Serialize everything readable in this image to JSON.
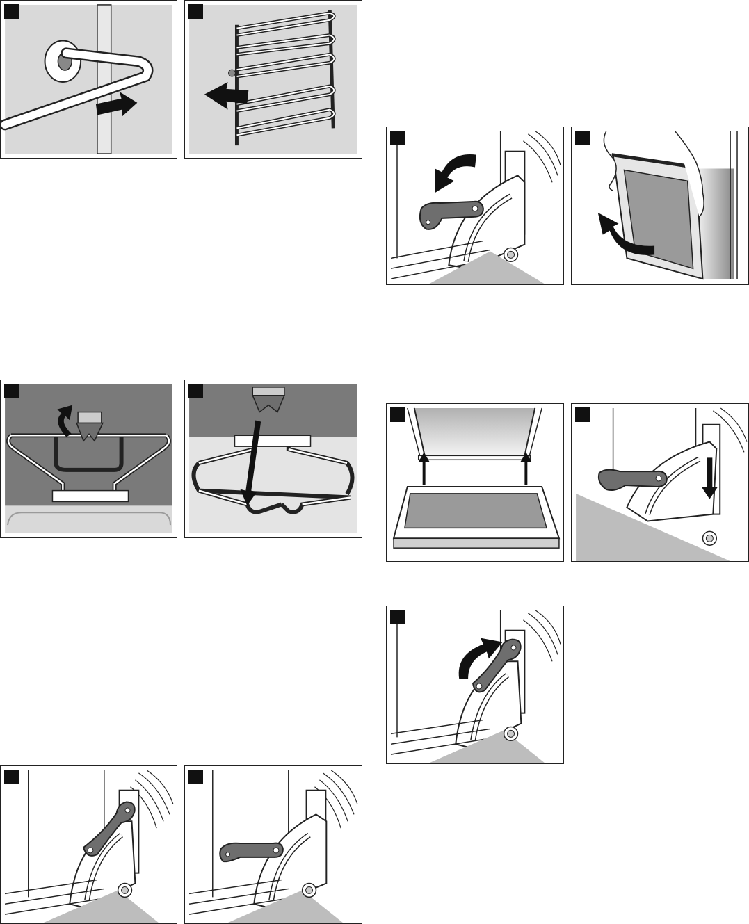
{
  "document": {
    "panels": [
      {
        "id": "shelf-rail-remove-1",
        "badge_label": ""
      },
      {
        "id": "shelf-rail-remove-2",
        "badge_label": ""
      },
      {
        "id": "rack-clip-detach",
        "badge_label": ""
      },
      {
        "id": "rack-clip-attach",
        "badge_label": ""
      },
      {
        "id": "hinge-lever-closed",
        "badge_label": ""
      },
      {
        "id": "hinge-lever-open",
        "badge_label": ""
      },
      {
        "id": "hinge-lever-fold-down",
        "badge_label": ""
      },
      {
        "id": "door-lift-off",
        "badge_label": ""
      },
      {
        "id": "door-refit",
        "badge_label": ""
      },
      {
        "id": "hinge-insert",
        "badge_label": ""
      },
      {
        "id": "hinge-lever-fold-up",
        "badge_label": ""
      }
    ]
  },
  "colors": {
    "frame": "#222222",
    "badge": "#111111",
    "backdrop": "#d9d9d9",
    "dark_backdrop": "#7a7a7a",
    "lever": "#6e6e6e",
    "arrow": "#111111",
    "floor_shade": "#bdbdbd"
  }
}
